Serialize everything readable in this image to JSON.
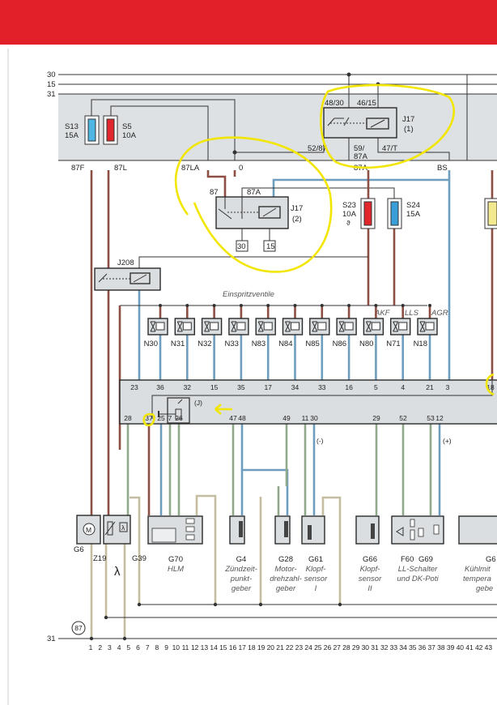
{
  "rails": {
    "r30": "30",
    "r15": "15",
    "r31": "31",
    "ground31": "31"
  },
  "connectors": {
    "c87F": "87F",
    "c87L": "87L",
    "c87LA": "87LA",
    "c0": "0",
    "c87A": "87A",
    "cBS": "BS"
  },
  "fuses": [
    {
      "id": "S13",
      "rating": "15A",
      "color": "#4fb6e3"
    },
    {
      "id": "S5",
      "rating": "10A",
      "color": "#e2272c"
    },
    {
      "id": "S23",
      "rating": "10A",
      "symbol": "ϑ",
      "color": "#e2272c"
    },
    {
      "id": "S24",
      "rating": "15A",
      "color": "#3a9fd8"
    }
  ],
  "relay_j17_1": {
    "name": "J17",
    "sub": "(1)",
    "pin_4830": "48/30",
    "pin_4615": "46/15",
    "pin_5287": "52/87",
    "pin_59": "59/",
    "pin_87A": "87A",
    "pin_47T": "47/T"
  },
  "relay_j17_2": {
    "name": "J17",
    "sub": "(2)",
    "pin_87": "87",
    "pin_87A": "87A",
    "out_30": "30",
    "out_15": "15"
  },
  "relay_j208": {
    "name": "J208"
  },
  "injectors": {
    "title": "Einspritzventile",
    "tags": [
      "AKF",
      "LLS",
      "AGR"
    ],
    "items": [
      {
        "label": "N30",
        "ecu_pin": "36"
      },
      {
        "label": "N31",
        "ecu_pin": "32"
      },
      {
        "label": "N32",
        "ecu_pin": "15"
      },
      {
        "label": "N33",
        "ecu_pin": "35"
      },
      {
        "label": "N83",
        "ecu_pin": "17"
      },
      {
        "label": "N84",
        "ecu_pin": "34"
      },
      {
        "label": "N85",
        "ecu_pin": "33"
      },
      {
        "label": "N86",
        "ecu_pin": "16"
      },
      {
        "label": "N80",
        "ecu_pin": "5"
      },
      {
        "label": "N71",
        "ecu_pin": "4"
      },
      {
        "label": "N18",
        "ecu_pin": "21"
      }
    ]
  },
  "ecu": {
    "pin_23": "23",
    "pin_3": "3",
    "pin_18": "18",
    "bottom_pins": [
      "28",
      "37",
      "25",
      "7",
      "26",
      "47",
      "48",
      "49",
      "11",
      "30",
      "29",
      "52",
      "53",
      "12"
    ],
    "internal_relay": "(J)",
    "minus": "(-)",
    "plus": "(+)"
  },
  "components": {
    "g6": "G6",
    "z19": "Z19",
    "g39": "G39",
    "lambda": "λ",
    "motor": "M",
    "lambda_sym": "λ",
    "g70": "G70",
    "g70_desc": "HLM",
    "g4": "G4",
    "g4_desc": [
      "Zündzeit-",
      "punkt-",
      "geber"
    ],
    "g28": "G28",
    "g28_desc": [
      "Motor-",
      "drehzahl-",
      "geber"
    ],
    "g61": "G61",
    "g61_desc": [
      "Klopf-",
      "sensor",
      "I"
    ],
    "g66": "G66",
    "g66_desc": [
      "Klopf-",
      "sensor",
      "II"
    ],
    "f60": "F60",
    "g69": "G69",
    "f60_desc": [
      "LL-Schalter",
      "und DK-Poti"
    ],
    "g62_partial": "G6",
    "g62_desc": [
      "Kühlmit",
      "tempera",
      "gebe"
    ]
  },
  "ground_circle": "87",
  "scale": [
    "1",
    "2",
    "3",
    "4",
    "5",
    "6",
    "7",
    "8",
    "9",
    "10",
    "11",
    "12",
    "13",
    "14",
    "15",
    "16",
    "17",
    "18",
    "19",
    "20",
    "21",
    "22",
    "23",
    "24",
    "25",
    "26",
    "27",
    "28",
    "29",
    "30",
    "31",
    "32",
    "33",
    "34",
    "35",
    "36",
    "37",
    "38",
    "39",
    "40",
    "41",
    "42",
    "43"
  ]
}
